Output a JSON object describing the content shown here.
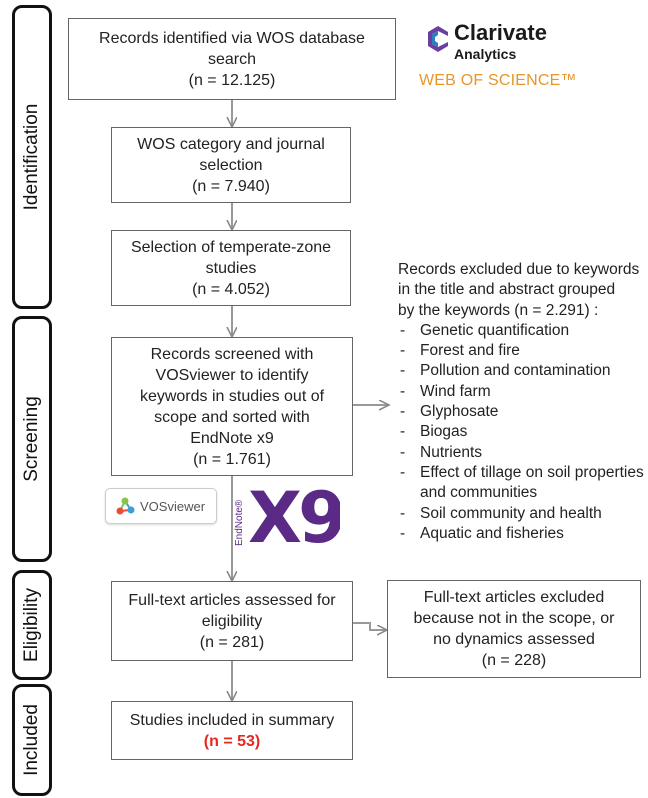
{
  "stages": {
    "identification": "Identification",
    "screening": "Screening",
    "eligibility": "Eligibility",
    "included": "Included"
  },
  "boxes": {
    "wos_search": [
      "Records identified via WOS database",
      "search",
      "(n = 12.125)"
    ],
    "category_selection": [
      "WOS category and journal",
      "selection",
      "(n = 7.940)"
    ],
    "temperate_selection": [
      "Selection of temperate-zone",
      "studies",
      "(n = 4.052)"
    ],
    "screened": [
      "Records screened with",
      "VOSviewer to identify",
      "keywords in studies out of",
      "scope and sorted with",
      "EndNote x9",
      "(n = 1.761)"
    ],
    "fulltext_assessed": [
      "Full-text articles assessed for",
      "eligibility",
      "(n = 281)"
    ],
    "fulltext_excluded": [
      "Full-text articles excluded",
      "because not in the scope, or",
      "no dynamics assessed",
      "(n = 228)"
    ],
    "included_title": "Studies included in summary",
    "included_count": "(n = 53)"
  },
  "excluded_keywords": {
    "intro": [
      "Records excluded due to keywords",
      "in the title and abstract grouped",
      "by the keywords (n = 2.291) :"
    ],
    "items": [
      "Genetic quantification",
      "Forest and fire",
      "Pollution and contamination",
      "Wind farm",
      "Glyphosate",
      "Biogas",
      "Nutrients",
      "Effect of tillage on soil properties and communities",
      "Soil community and health",
      "Aquatic and fisheries"
    ]
  },
  "logos": {
    "clarivate_brand": "Clarivate",
    "clarivate_sub": "Analytics",
    "web_of_science": "WEB OF SCIENCE™",
    "vosviewer": "VOSviewer",
    "endnote_label": "EndNote®",
    "endnote_version": "X9"
  },
  "colors": {
    "highlight_red": "#e32a1f",
    "wos_orange": "#e8962a",
    "endnote_purple": "#5b2a86",
    "clarivate_purple": "#6b3fa0"
  }
}
